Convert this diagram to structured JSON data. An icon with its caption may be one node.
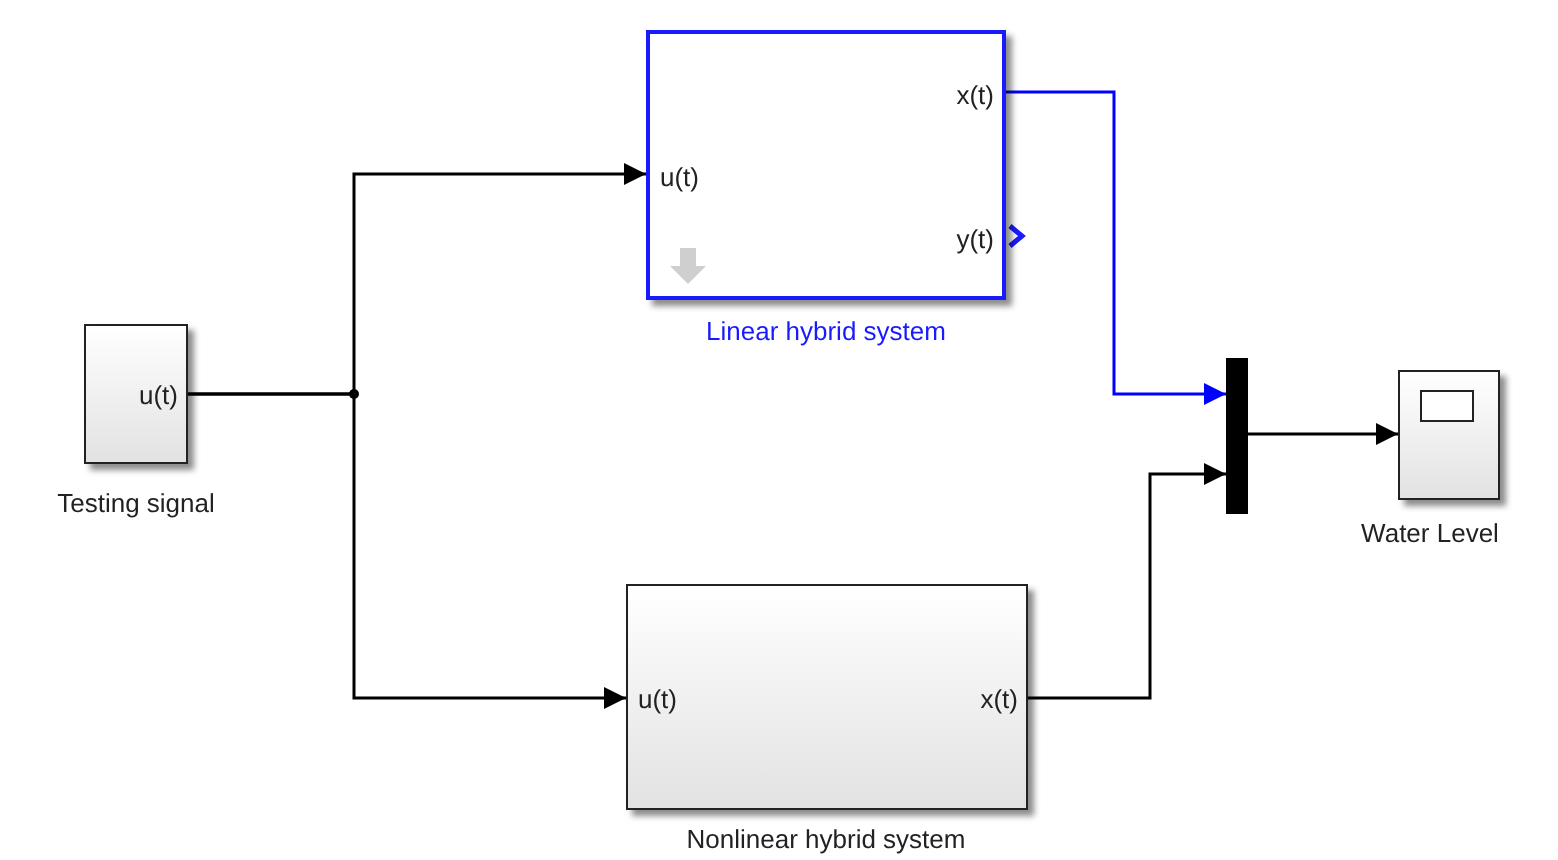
{
  "diagram": {
    "nodes": [
      {
        "text": [
          "u(t)",
          "Testing signal"
        ]
      },
      {
        "text": [
          "u(t)",
          "x(t)",
          "y(t)",
          "Linear hybrid system"
        ]
      },
      {
        "text": [
          "u(t)",
          "x(t)",
          "Nonlinear hybrid system"
        ]
      },
      {
        "text": [],
        "shape": "bar"
      },
      {
        "text": [
          "Water Level"
        ]
      }
    ],
    "edges": [
      {
        "from": 0,
        "to": 1,
        "arrow": "to"
      },
      {
        "from": 0,
        "to": 2,
        "arrow": "to"
      },
      {
        "from": 1,
        "to": 3,
        "arrow": "to",
        "color": "#0000ff"
      },
      {
        "from": 2,
        "to": 3,
        "arrow": "to"
      },
      {
        "from": 3,
        "to": 4,
        "arrow": "to"
      }
    ]
  }
}
